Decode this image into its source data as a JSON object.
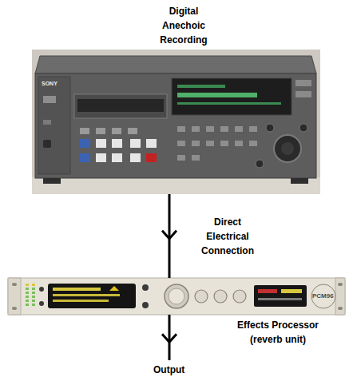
{
  "diagram": {
    "nodes": [
      {
        "text": [
          "Digital Anechoic Recording"
        ]
      },
      {
        "text": [
          "Effects Processor (reverb unit)"
        ]
      },
      {
        "text": [
          "Output"
        ]
      }
    ],
    "edges": [
      {
        "from": 0,
        "to": 1,
        "label": "Direct Electrical Connection",
        "arrow": "to"
      },
      {
        "from": 1,
        "to": 2,
        "arrow": "to"
      }
    ],
    "labels": [
      "SONY",
      "PCM96"
    ]
  }
}
